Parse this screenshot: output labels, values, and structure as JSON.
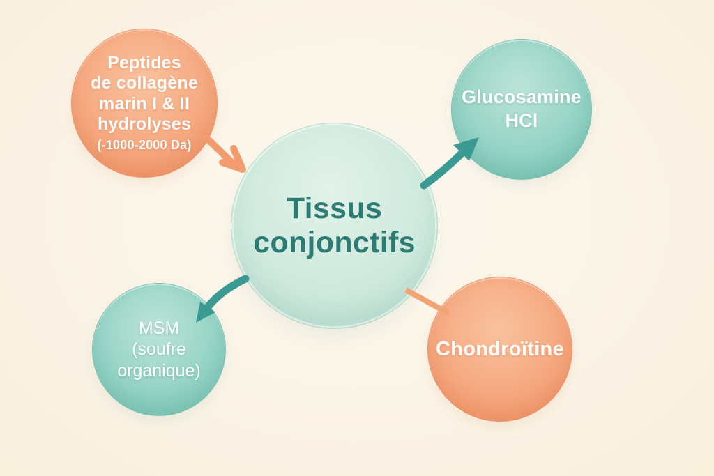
{
  "colors": {
    "bg_center": "#FDF9EF",
    "bg_mid": "#FBF4E7",
    "bg_edge": "#F8EFDC",
    "orange_light": "#F9C29E",
    "orange_mid": "#F5A57C",
    "orange_deep": "#EF9166",
    "teal_light": "#BCE4D8",
    "teal_mid": "#92D2C4",
    "teal_deep": "#7CC4B4",
    "mint_light": "#E2F2E9",
    "mint_mid": "#CDE8DC",
    "mint_deep": "#B7DCCE",
    "text_teal": "#2D7C74",
    "white": "#FFFFFF",
    "arrow_teal": "#3B9B94",
    "arrow_orange": "#F29B6F",
    "line_orange": "#F2A475"
  },
  "nodes": {
    "peptides": {
      "lines": [
        "Peptides",
        "de collagène",
        "marin I & II",
        "hydrolyses"
      ],
      "sub": "(-1000-2000 Da)"
    },
    "center": {
      "lines": [
        "Tissus",
        "conjonctifs"
      ]
    },
    "glucosamine": {
      "lines": [
        "Glucosamine",
        "HCl"
      ]
    },
    "msm": {
      "title": "MSM",
      "sub_lines": [
        "(soufre",
        "organique)"
      ]
    },
    "chondroitine": {
      "label": "Chondroïtine"
    }
  },
  "connectors": [
    {
      "from": "peptides",
      "to": "center",
      "style": "arrow",
      "color": "#F29B6F"
    },
    {
      "from": "center",
      "to": "glucosamine",
      "style": "arrow",
      "color": "#3B9B94"
    },
    {
      "from": "center",
      "to": "msm",
      "style": "arrow",
      "color": "#3B9B94"
    },
    {
      "from": "center",
      "to": "chondroitine",
      "style": "line",
      "color": "#F2A475"
    }
  ]
}
